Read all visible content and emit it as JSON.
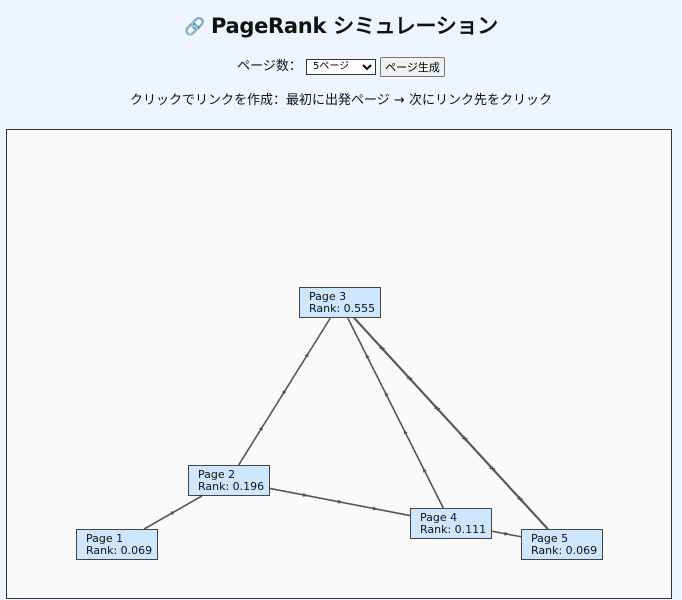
{
  "header": {
    "icon": "link-icon",
    "icon_glyph": "🔗",
    "title": "PageRank シミュレーション"
  },
  "controls": {
    "page_count_label": "ページ数：",
    "page_count_selected": "5ページ",
    "generate_button": "ページ生成"
  },
  "instructions": "クリックでリンクを作成：最初に出発ページ → 次にリンク先をクリック",
  "graph": {
    "nodes": [
      {
        "id": 1,
        "label": "Page 1",
        "rank_text": "Rank: 0.069",
        "rank": 0.069
      },
      {
        "id": 2,
        "label": "Page 2",
        "rank_text": "Rank: 0.196",
        "rank": 0.196
      },
      {
        "id": 3,
        "label": "Page 3",
        "rank_text": "Rank: 0.555",
        "rank": 0.555
      },
      {
        "id": 4,
        "label": "Page 4",
        "rank_text": "Rank: 0.111",
        "rank": 0.111
      },
      {
        "id": 5,
        "label": "Page 5",
        "rank_text": "Rank: 0.069",
        "rank": 0.069
      }
    ],
    "links": [
      {
        "from": 1,
        "to": 2
      },
      {
        "from": 2,
        "to": 3
      },
      {
        "from": 2,
        "to": 4
      },
      {
        "from": 4,
        "to": 3
      },
      {
        "from": 5,
        "to": 3
      },
      {
        "from": 3,
        "to": 5
      },
      {
        "from": 4,
        "to": 5
      }
    ],
    "colors": {
      "node_fill": "#cfe6ff",
      "node_border": "#444444",
      "link": "#555555"
    }
  }
}
